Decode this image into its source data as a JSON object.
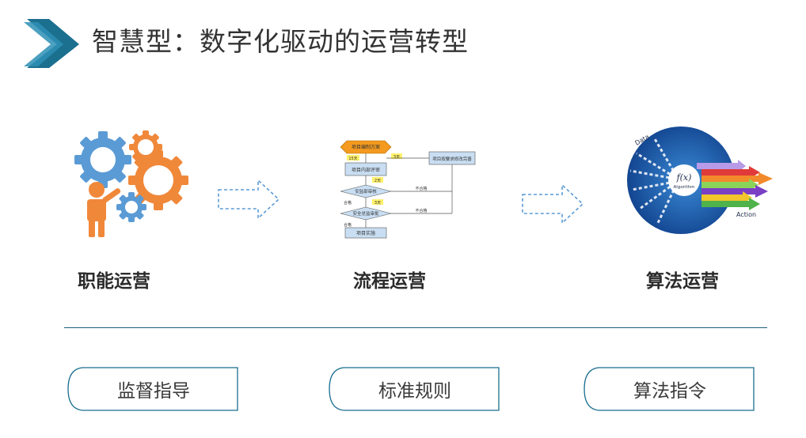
{
  "title": "智慧型：数字化驱动的运营转型",
  "stages": [
    {
      "label": "职能运营",
      "icon": "gears-person-icon"
    },
    {
      "label": "流程运营",
      "icon": "flowchart-icon"
    },
    {
      "label": "算法运营",
      "icon": "algorithm-icon"
    }
  ],
  "flowchart": {
    "n1": "项目编制方案",
    "n2": "项目内部评审",
    "n3": "安监部审核",
    "n4": "安全总监审批",
    "n5": "项目实施",
    "side": "项目按要求修改完善",
    "tag1": "15天",
    "tag2": "3天",
    "tag3": "2天",
    "tag4": "3天",
    "ok1": "合格",
    "ok2": "合格",
    "ng1": "不合格",
    "ng2": "不合格"
  },
  "algorithm": {
    "data": "Data",
    "func": "f(x)",
    "algo": "Algorithm",
    "action": "Action"
  },
  "pills": [
    "监督指导",
    "标准规则",
    "算法指令"
  ],
  "colors": {
    "brand": "#1b6f8f",
    "gear_blue": "#5b9bd5",
    "gear_orange": "#f0883a",
    "flow_blue": "#c9def2",
    "flow_orange": "#f39a1f"
  }
}
